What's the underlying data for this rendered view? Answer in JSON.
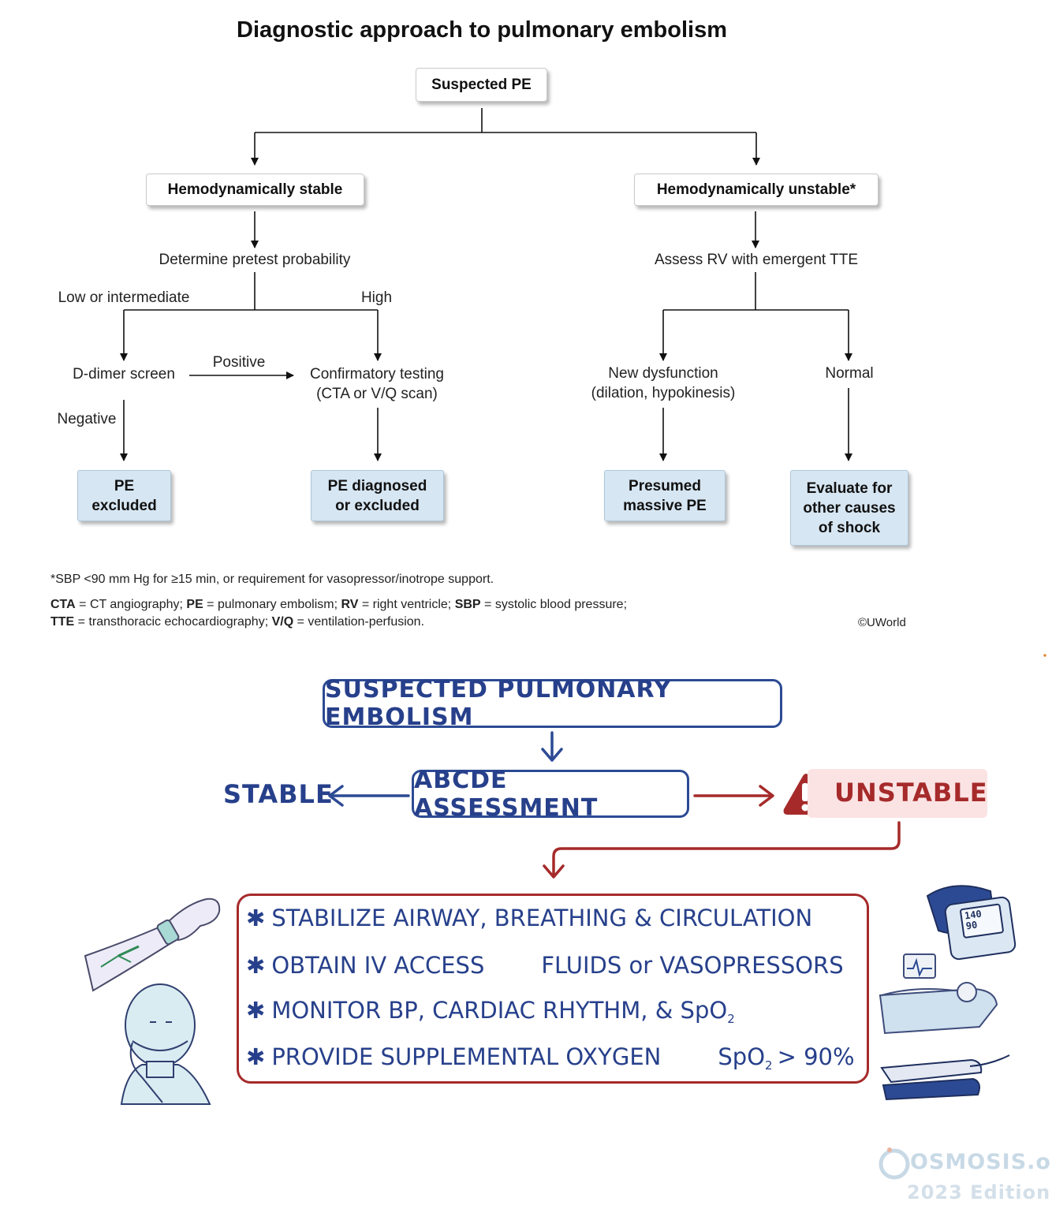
{
  "top_flowchart": {
    "title": "Diagnostic approach to pulmonary embolism",
    "suspected": "Suspected PE",
    "stable": "Hemodynamically stable",
    "unstable": "Hemodynamically unstable*",
    "pretest": "Determine pretest probability",
    "assess_rv": "Assess RV with emergent TTE",
    "low_int": "Low or intermediate",
    "high": "High",
    "ddimer": "D-dimer screen",
    "positive": "Positive",
    "confirm": "Confirmatory testing\n(CTA or V/Q scan)",
    "negative": "Negative",
    "new_dys": "New dysfunction\n(dilation, hypokinesis)",
    "normal": "Normal",
    "pe_excluded": "PE\nexcluded",
    "pe_diag": "PE diagnosed\nor excluded",
    "presumed": "Presumed\nmassive PE",
    "evaluate": "Evaluate for\nother causes\nof shock",
    "footnote": "*SBP <90 mm Hg for ≥15 min, or requirement for vasopressor/inotrope support.",
    "abbr_line1": [
      {
        "b": "CTA",
        "t": " = CT angiography; "
      },
      {
        "b": "PE",
        "t": " = pulmonary embolism; "
      },
      {
        "b": "RV",
        "t": " = right ventricle; "
      },
      {
        "b": "SBP",
        "t": " = systolic blood pressure;"
      }
    ],
    "abbr_line2": [
      {
        "b": "TTE",
        "t": " = transthoracic echocardiography; "
      },
      {
        "b": "V/Q",
        "t": " = ventilation-perfusion."
      }
    ],
    "copyright": "©UWorld"
  },
  "bottom_flowchart": {
    "suspected": "SUSPECTED PULMONARY EMBOLISM",
    "abcde": "ABCDE ASSESSMENT",
    "stable": "STABLE",
    "unstable": "UNSTABLE",
    "warning_icon": "warning-triangle-icon",
    "bullet_symbol": "✱",
    "bullets": {
      "b1": "STABILIZE AIRWAY, BREATHING & CIRCULATION",
      "b2_a": "OBTAIN IV ACCESS",
      "b2_b": "FLUIDS or VASOPRESSORS",
      "b3_a": "MONITOR BP, CARDIAC RHYTHM, & SpO",
      "b3_sub": "2",
      "b4_a": "PROVIDE SUPPLEMENTAL OXYGEN",
      "b4_b": "SpO",
      "b4_sub": "2",
      "b4_c": "> 90%"
    },
    "bp_display": "140\n90",
    "brand": "OSMOSIS.org",
    "edition": "2023 Edition"
  },
  "colors": {
    "navy": "#2c4a94",
    "red": "#a62a2a",
    "light_blue_box": "#d6e6f2",
    "unstable_bg": "#fbe3e4"
  }
}
